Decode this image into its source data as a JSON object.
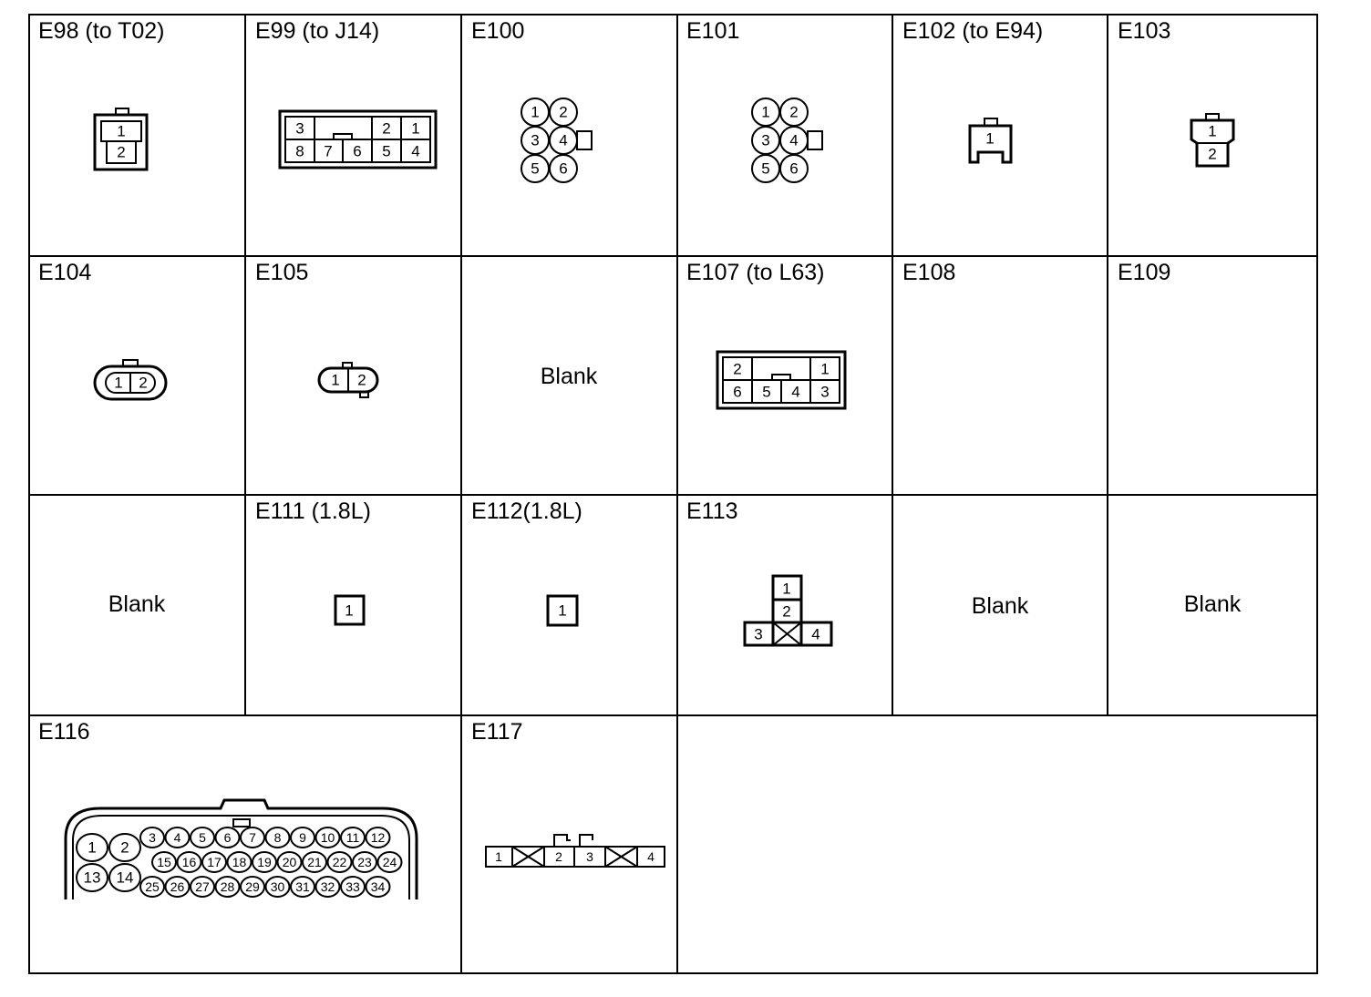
{
  "cells": {
    "e98": {
      "label": "E98 (to T02)",
      "pins": [
        "1",
        "2"
      ]
    },
    "e99": {
      "label": "E99 (to J14)",
      "pins": [
        "3",
        "2",
        "1",
        "8",
        "7",
        "6",
        "5",
        "4"
      ]
    },
    "e100": {
      "label": "E100",
      "pins": [
        "1",
        "2",
        "3",
        "4",
        "5",
        "6"
      ]
    },
    "e101": {
      "label": "E101",
      "pins": [
        "1",
        "2",
        "3",
        "4",
        "5",
        "6"
      ]
    },
    "e102": {
      "label": "E102 (to E94)",
      "pins": [
        "1"
      ]
    },
    "e103": {
      "label": "E103",
      "pins": [
        "1",
        "2"
      ]
    },
    "e104": {
      "label": "E104",
      "pins": [
        "1",
        "2"
      ]
    },
    "e105": {
      "label": "E105",
      "pins": [
        "1",
        "2"
      ]
    },
    "blank1": {
      "text": "Blank"
    },
    "e107": {
      "label": "E107 (to L63)",
      "pins": [
        "2",
        "1",
        "6",
        "5",
        "4",
        "3"
      ]
    },
    "e108": {
      "label": "E108"
    },
    "e109": {
      "label": "E109"
    },
    "blank2": {
      "text": "Blank"
    },
    "e111": {
      "label": "E111 (1.8L)",
      "pins": [
        "1"
      ]
    },
    "e112": {
      "label": "E112(1.8L)",
      "pins": [
        "1"
      ]
    },
    "e113": {
      "label": "E113",
      "pins": [
        "1",
        "2",
        "3",
        "4"
      ]
    },
    "blank3": {
      "text": "Blank"
    },
    "blank4": {
      "text": "Blank"
    },
    "e116": {
      "label": "E116",
      "pins": [
        "1",
        "2",
        "3",
        "4",
        "5",
        "6",
        "7",
        "8",
        "9",
        "10",
        "11",
        "12",
        "13",
        "14",
        "15",
        "16",
        "17",
        "18",
        "19",
        "20",
        "21",
        "22",
        "23",
        "24",
        "25",
        "26",
        "27",
        "28",
        "29",
        "30",
        "31",
        "32",
        "33",
        "34"
      ]
    },
    "e117": {
      "label": "E117",
      "pins": [
        "1",
        "2",
        "3",
        "4"
      ]
    }
  }
}
